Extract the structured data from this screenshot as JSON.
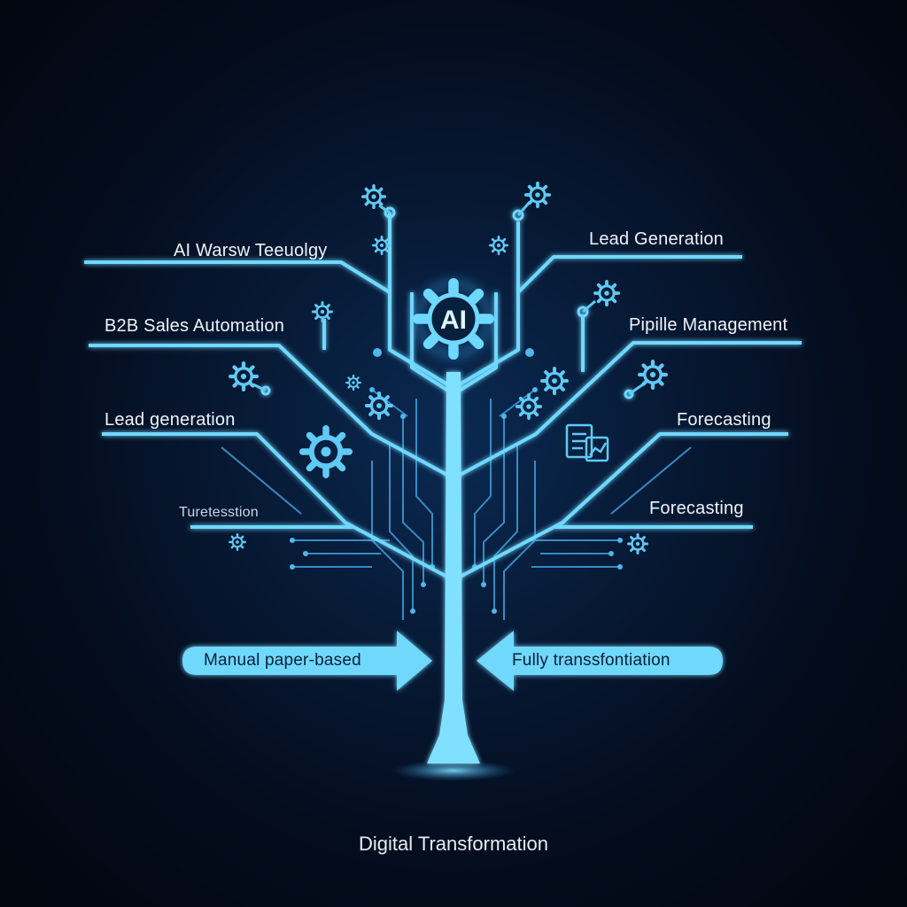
{
  "labels": {
    "top_left": "AI Warsw Teeuolgy",
    "mid_left": "B2B Sales Automation",
    "low_left": "Lead generation",
    "bottom_left": "Turetesstion",
    "top_right": "Lead Generation",
    "mid_right": "Pipille Management",
    "low_right": "Forecasting",
    "bottom_right": "Forecasting"
  },
  "center_badge": "AI",
  "arrows": {
    "left": "Manual paper-based",
    "right": "Fully transsfontiation"
  },
  "footer": "Digital Transformation",
  "colors": {
    "branch": "#6fd8ff",
    "glow": "#3fb8ff",
    "circuit": "#3e9fdc",
    "icon": "#5fcaf4",
    "text": "#eef4fb",
    "pill": "#6fd6fa"
  }
}
